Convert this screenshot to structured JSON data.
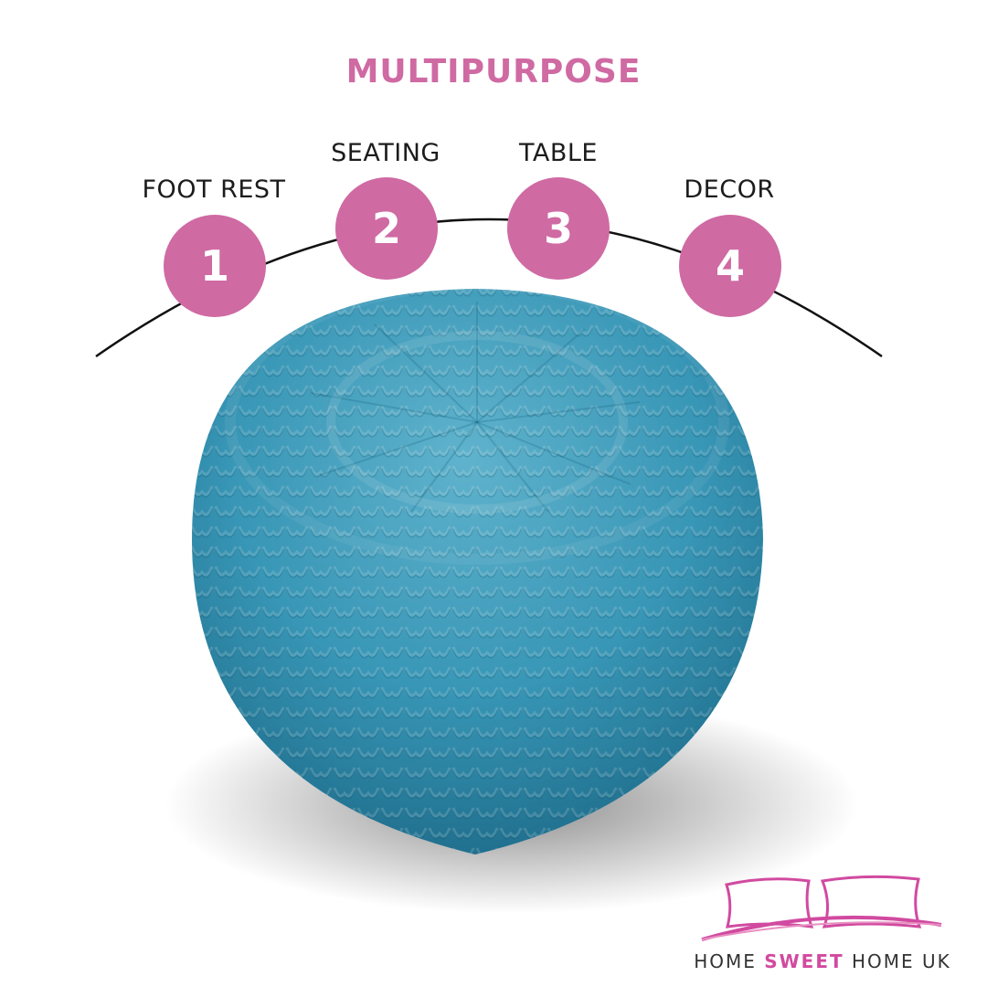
{
  "title": "MULTIPURPOSE",
  "colors": {
    "accent": "#cf6aa3",
    "pouf": "#3fa2c4",
    "arc": "#111111",
    "logo": "#d14aa0"
  },
  "steps": [
    {
      "number": "1",
      "label": "FOOT REST"
    },
    {
      "number": "2",
      "label": "SEATING"
    },
    {
      "number": "3",
      "label": "TABLE"
    },
    {
      "number": "4",
      "label": "DECOR"
    }
  ],
  "brand": {
    "part1": "HOME ",
    "part2": "SWEET",
    "part3": " HOME UK",
    "icon": "pillows-logo-icon"
  },
  "product": {
    "icon": "knitted-pouf-image"
  }
}
